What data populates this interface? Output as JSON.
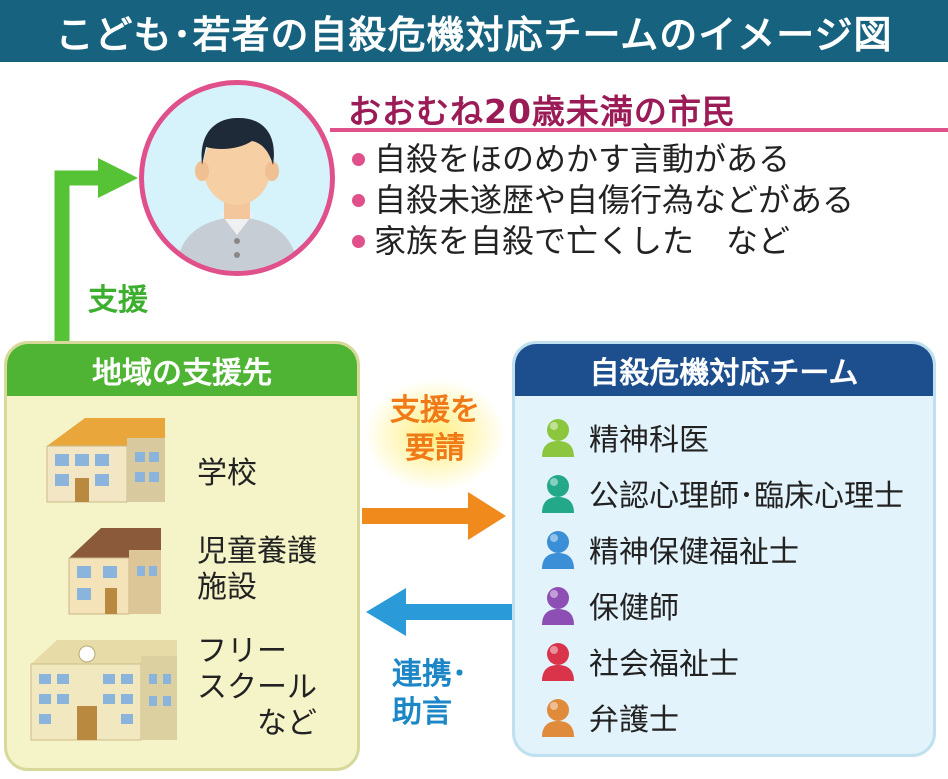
{
  "title": "こども･若者の自殺危機対応チームのイメージ図",
  "target": {
    "heading": "おおむね20歳未満の市民",
    "items": [
      "自殺をほのめかす言動がある",
      "自殺未遂歴や自傷行為などがある",
      "家族を自殺で亡くした　など"
    ]
  },
  "support_label": "支援",
  "local": {
    "title": "地域の支援先",
    "places": [
      {
        "label": "学校",
        "icon": "school-building-icon"
      },
      {
        "label": "児童養護\n施設",
        "icon": "care-facility-icon"
      },
      {
        "label": "フリー\nスクール\n　　など",
        "icon": "free-school-icon"
      }
    ]
  },
  "request_label": "支援を\n要請",
  "coordination_label": "連携･\n助言",
  "team": {
    "title": "自殺危機対応チーム",
    "members": [
      {
        "label": "精神科医",
        "color": "#8cc63f"
      },
      {
        "label": "公認心理師･臨床心理士",
        "color": "#23a98a"
      },
      {
        "label": "精神保健福祉士",
        "color": "#3b8fd6"
      },
      {
        "label": "保健師",
        "color": "#8e4fb5"
      },
      {
        "label": "社会福祉士",
        "color": "#d9344a"
      },
      {
        "label": "弁護士",
        "color": "#e08a3c"
      }
    ]
  },
  "colors": {
    "title_bg": "#16627f",
    "accent_pink": "#e0508a",
    "green": "#4fb433",
    "orange": "#f08a1c",
    "blue": "#2a9ad8",
    "navy": "#1d4f8e"
  }
}
